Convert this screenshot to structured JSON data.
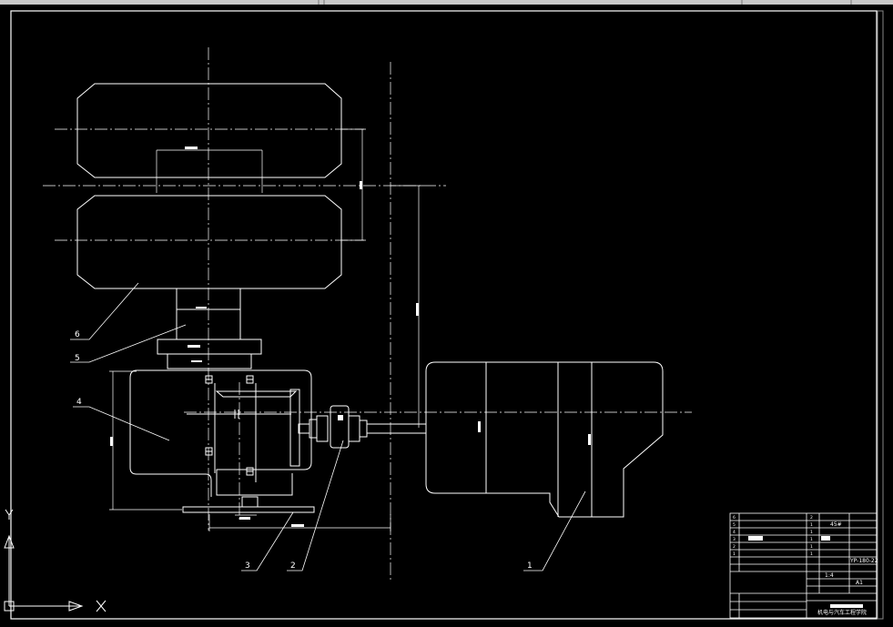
{
  "part_labels": [
    "1",
    "2",
    "3",
    "4",
    "5",
    "6"
  ],
  "title_block": {
    "scale": "1:4",
    "sheet": "A1",
    "drawing_no": "YP-180-22",
    "material": "45#",
    "school": "机电与汽车工程学院"
  },
  "axis": {
    "y": "Y",
    "x": "X"
  },
  "colors": {
    "background": "#000000",
    "lines": "#ffffff",
    "border": "#ffffff"
  }
}
